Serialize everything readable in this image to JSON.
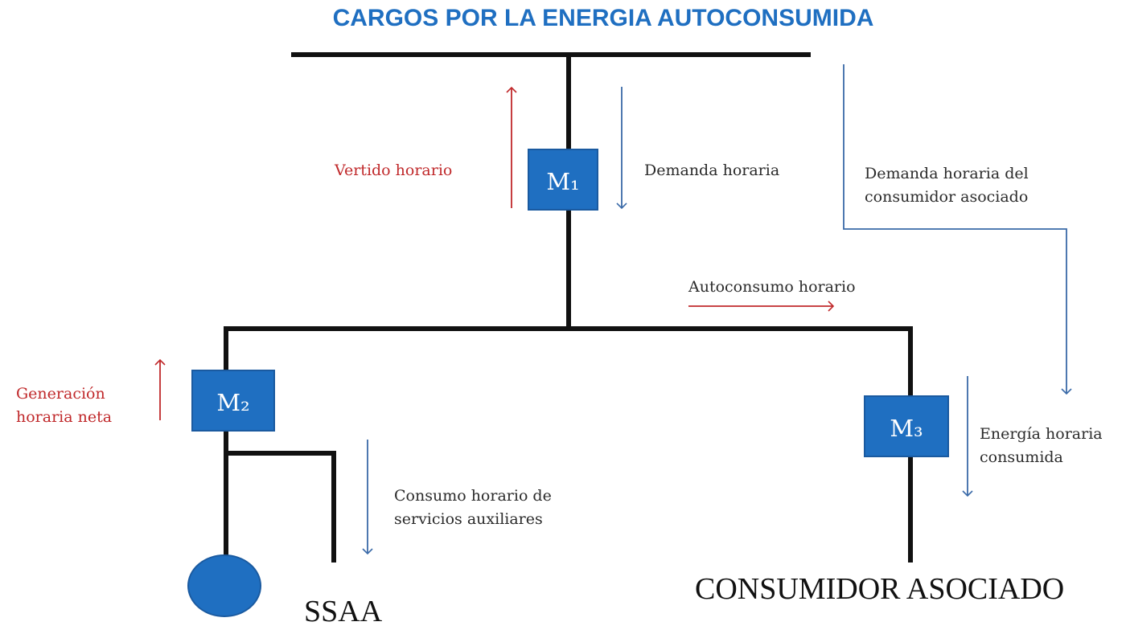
{
  "title": "CARGOS POR LA ENERGIA AUTOCONSUMIDA",
  "meters": {
    "m1": "M₁",
    "m2": "M₂",
    "m3": "M₃"
  },
  "labels": {
    "vertido": "Vertido horario",
    "demanda": "Demanda horaria",
    "demanda_asociado_1": "Demanda horaria del",
    "demanda_asociado_2": "consumidor asociado",
    "autoconsumo": "Autoconsumo horario",
    "generacion_1": "Generación",
    "generacion_2": "horaria neta",
    "consumo_aux_1": "Consumo horario de",
    "consumo_aux_2": "servicios auxiliares",
    "energia_1": "Energía horaria",
    "energia_2": "consumida"
  },
  "nodes": {
    "ssaa": "SSAA",
    "consumidor": "CONSUMIDOR ASOCIADO"
  },
  "colors": {
    "title": "#1f6fc1",
    "meter_fill": "#1f6fc1",
    "red_arrow": "#c0292b",
    "blue_arrow": "#3a6aa8",
    "line": "#111111"
  }
}
